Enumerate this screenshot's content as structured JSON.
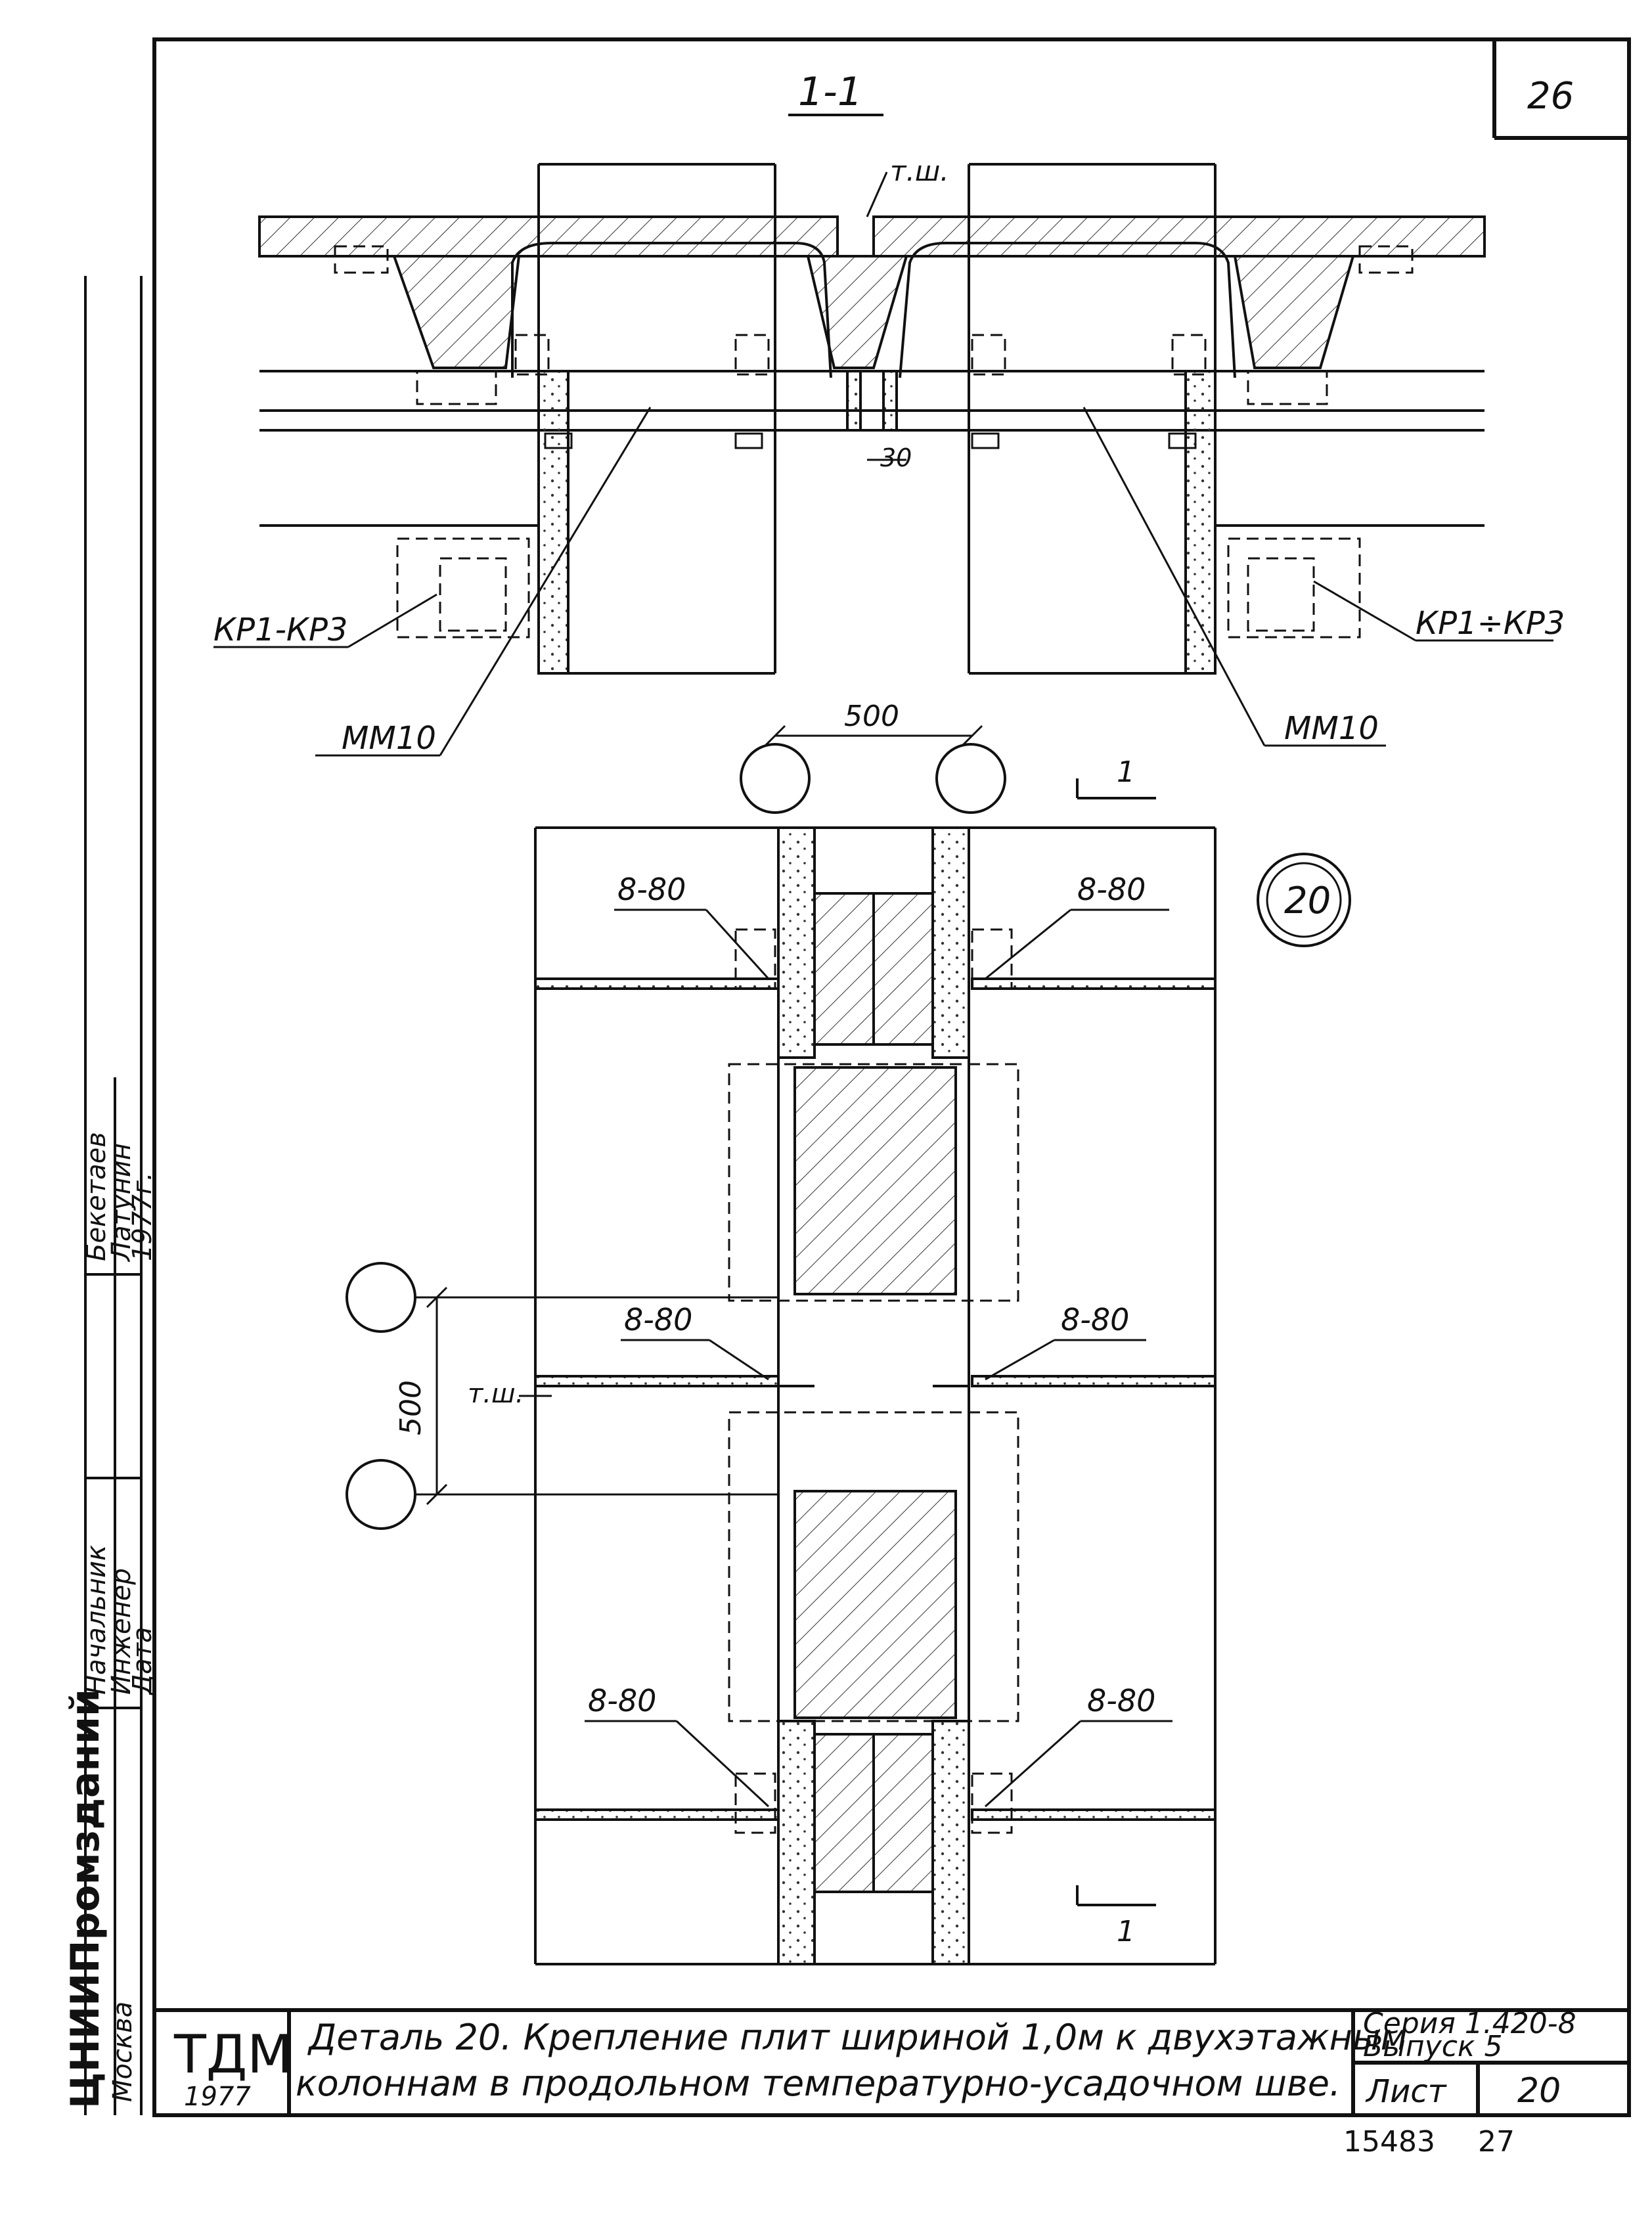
{
  "sheet": {
    "corner_number": "26",
    "section_title": "1-1",
    "detail_circle": "20",
    "sheet_number": "20",
    "bottom_number_left": "15483",
    "bottom_number_right": "27"
  },
  "labels": {
    "temp_joint": "т.ш.",
    "dim_30": "30",
    "kr_left": "КР1-КР3",
    "kr_right": "КР1÷КР3",
    "mm_left": "ММ10",
    "mm_right": "ММ10",
    "dim_500_top": "500",
    "dim_500_plan": "500",
    "weld": "8-80",
    "section_mark": "1"
  },
  "side_stamp": {
    "col1_line1": "Начальник",
    "col1_line2": "Инженер",
    "col1_line3": "Дата",
    "col2_line1": "Бекетаев",
    "col2_line2": "Латунин",
    "col2_line3": "1977г.",
    "city": "Москва",
    "institute": "ЦНИИПромзданий"
  },
  "title_block": {
    "org": "ТДМ",
    "year": "1977",
    "description_line1": "Деталь 20. Крепление плит шириной 1,0м к двухэтажным",
    "description_line2": "колоннам в продольном температурно-усадочном шве.",
    "series_line1": "Серия 1.420-8",
    "series_line2": "Выпуск 5",
    "sheet_label": "Лист"
  }
}
